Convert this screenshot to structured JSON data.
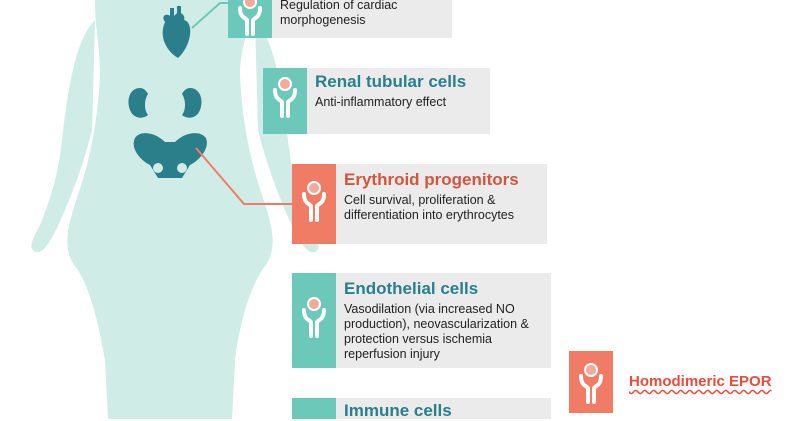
{
  "colors": {
    "teal": "#6cc8b8",
    "teal_dark": "#2a7f8a",
    "orange": "#f07c66",
    "orange_text": "#d4553c",
    "body": "#cfece6",
    "card_bg": "#ebebeb"
  },
  "cards": [
    {
      "title": "",
      "desc": "Regulation of cardiac morphogenesis",
      "color": "teal"
    },
    {
      "title": "Renal tubular cells",
      "desc": "Anti-inflammatory effect",
      "color": "teal"
    },
    {
      "title": "Erythroid progenitors",
      "desc": "Cell survival, proliferation & differentiation into erythrocytes",
      "color": "orange"
    },
    {
      "title": "Endothelial cells",
      "desc": "Vasodilation (via increased NO production), neovascularization & protection versus ischemia reperfusion injury",
      "color": "teal"
    },
    {
      "title": "Immune cells",
      "desc": "",
      "color": "teal"
    }
  ],
  "legend": {
    "label": "Homodimeric EPOR",
    "icon": "receptor-icon"
  },
  "organs": [
    "heart-icon",
    "kidney-icon",
    "pelvis-icon"
  ]
}
